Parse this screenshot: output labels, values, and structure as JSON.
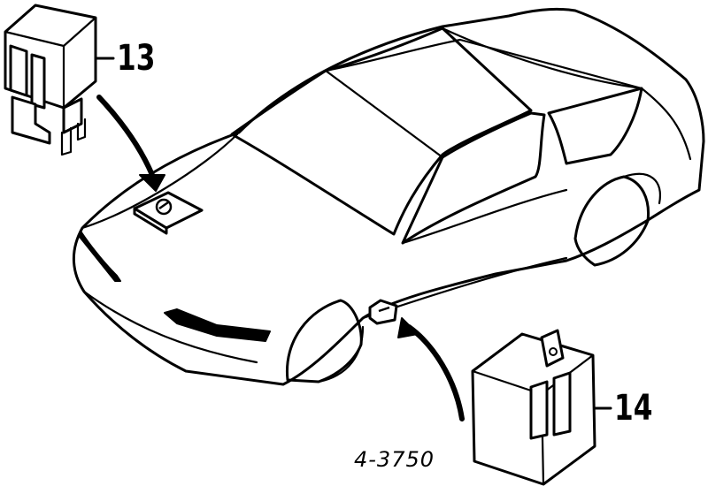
{
  "callouts": {
    "relay_13": "13",
    "relay_14": "14"
  },
  "figure_code": "4-3750"
}
